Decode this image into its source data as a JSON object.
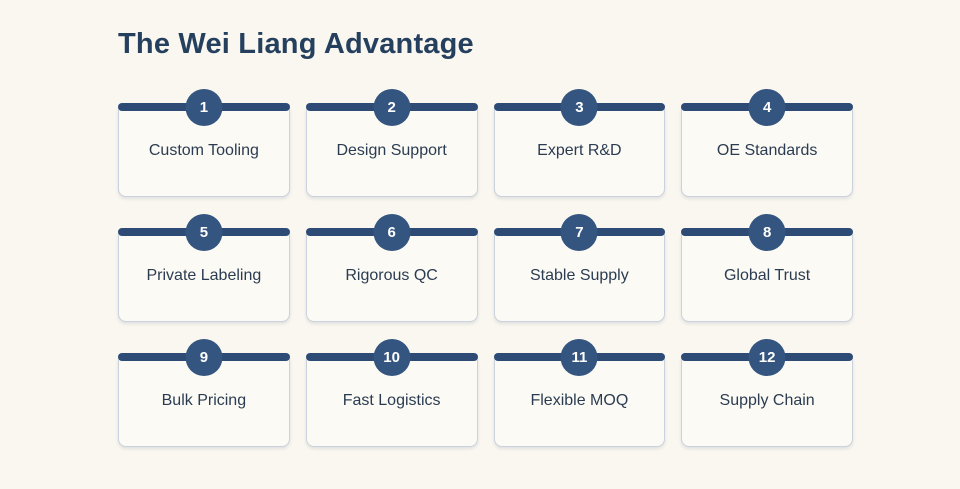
{
  "page": {
    "title": "The Wei Liang Advantage"
  },
  "colors": {
    "background": "#FAF7F0",
    "card_background": "#FCFAF4",
    "card_border": "#C9D2DE",
    "accent_navy": "#2D4B75",
    "badge_navy": "#33557F",
    "badge_text": "#FFFFFF",
    "title_color": "#25405E",
    "label_color": "#2B3C52"
  },
  "cards": [
    {
      "number": "1",
      "label": "Custom Tooling"
    },
    {
      "number": "2",
      "label": "Design Support"
    },
    {
      "number": "3",
      "label": "Expert R&D"
    },
    {
      "number": "4",
      "label": "OE Standards"
    },
    {
      "number": "5",
      "label": "Private Labeling"
    },
    {
      "number": "6",
      "label": "Rigorous QC"
    },
    {
      "number": "7",
      "label": "Stable Supply"
    },
    {
      "number": "8",
      "label": "Global Trust"
    },
    {
      "number": "9",
      "label": "Bulk Pricing"
    },
    {
      "number": "10",
      "label": "Fast Logistics"
    },
    {
      "number": "11",
      "label": "Flexible MOQ"
    },
    {
      "number": "12",
      "label": "Supply Chain"
    }
  ]
}
